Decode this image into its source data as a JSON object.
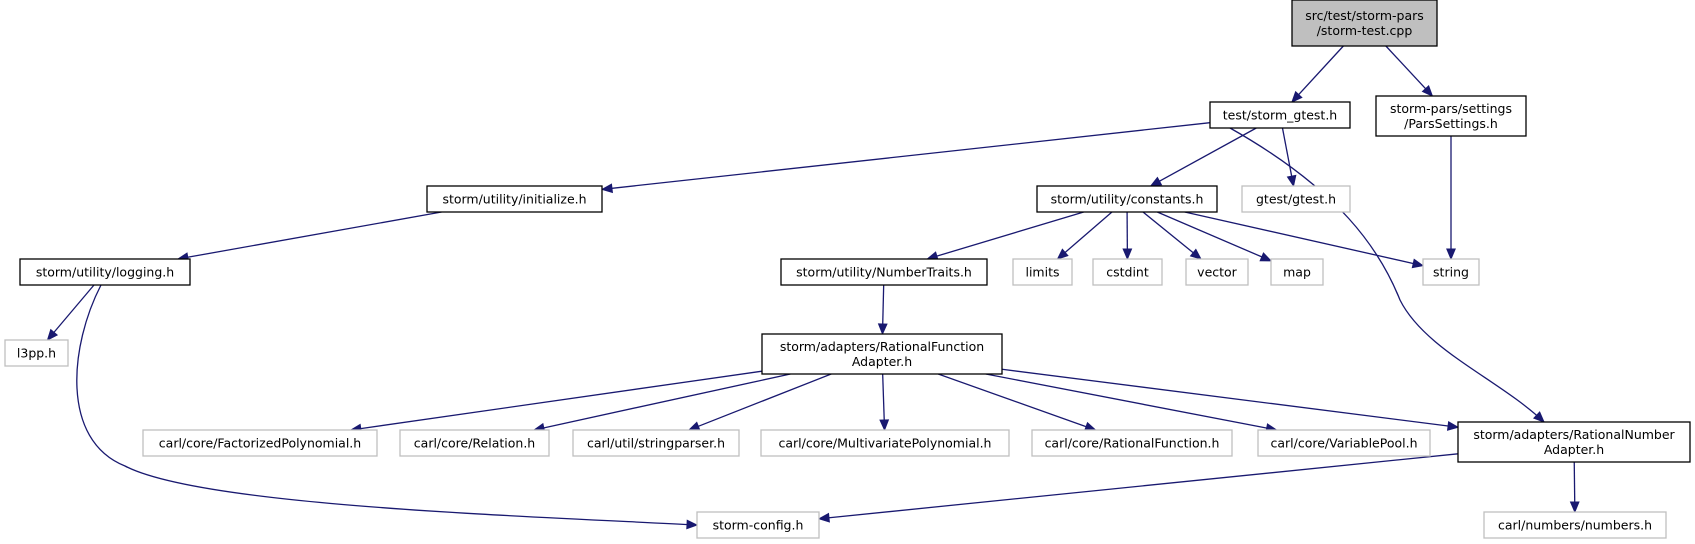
{
  "colors": {
    "edge": "#191970",
    "root_fill": "#bfbfbf",
    "documented_border": "#000000",
    "undocumented_border": "#bfbfbf"
  },
  "nodes": [
    {
      "id": "root",
      "lines": [
        "src/test/storm-pars",
        "/storm-test.cpp"
      ],
      "kind": "root"
    },
    {
      "id": "storm_gtest",
      "lines": [
        "test/storm_gtest.h"
      ],
      "kind": "documented"
    },
    {
      "id": "pars_settings",
      "lines": [
        "storm-pars/settings",
        "/ParsSettings.h"
      ],
      "kind": "documented"
    },
    {
      "id": "initialize",
      "lines": [
        "storm/utility/initialize.h"
      ],
      "kind": "documented"
    },
    {
      "id": "constants",
      "lines": [
        "storm/utility/constants.h"
      ],
      "kind": "documented"
    },
    {
      "id": "gtest",
      "lines": [
        "gtest/gtest.h"
      ],
      "kind": "external"
    },
    {
      "id": "logging",
      "lines": [
        "storm/utility/logging.h"
      ],
      "kind": "documented"
    },
    {
      "id": "number_traits",
      "lines": [
        "storm/utility/NumberTraits.h"
      ],
      "kind": "documented"
    },
    {
      "id": "limits",
      "lines": [
        "limits"
      ],
      "kind": "external"
    },
    {
      "id": "cstdint",
      "lines": [
        "cstdint"
      ],
      "kind": "external"
    },
    {
      "id": "vector",
      "lines": [
        "vector"
      ],
      "kind": "external"
    },
    {
      "id": "map",
      "lines": [
        "map"
      ],
      "kind": "external"
    },
    {
      "id": "string",
      "lines": [
        "string"
      ],
      "kind": "external"
    },
    {
      "id": "l3pp",
      "lines": [
        "l3pp.h"
      ],
      "kind": "external"
    },
    {
      "id": "rf_adapter",
      "lines": [
        "storm/adapters/RationalFunction",
        "Adapter.h"
      ],
      "kind": "documented"
    },
    {
      "id": "factorized",
      "lines": [
        "carl/core/FactorizedPolynomial.h"
      ],
      "kind": "external"
    },
    {
      "id": "relation",
      "lines": [
        "carl/core/Relation.h"
      ],
      "kind": "external"
    },
    {
      "id": "stringparser",
      "lines": [
        "carl/util/stringparser.h"
      ],
      "kind": "external"
    },
    {
      "id": "multivariate",
      "lines": [
        "carl/core/MultivariatePolynomial.h"
      ],
      "kind": "external"
    },
    {
      "id": "rational_function",
      "lines": [
        "carl/core/RationalFunction.h"
      ],
      "kind": "external"
    },
    {
      "id": "variable_pool",
      "lines": [
        "carl/core/VariablePool.h"
      ],
      "kind": "external"
    },
    {
      "id": "rn_adapter",
      "lines": [
        "storm/adapters/RationalNumber",
        "Adapter.h"
      ],
      "kind": "documented"
    },
    {
      "id": "storm_config",
      "lines": [
        "storm-config.h"
      ],
      "kind": "external"
    },
    {
      "id": "numbers",
      "lines": [
        "carl/numbers/numbers.h"
      ],
      "kind": "external"
    }
  ],
  "edges": [
    {
      "from": "root",
      "to": "storm_gtest"
    },
    {
      "from": "root",
      "to": "pars_settings"
    },
    {
      "from": "storm_gtest",
      "to": "initialize"
    },
    {
      "from": "storm_gtest",
      "to": "constants"
    },
    {
      "from": "storm_gtest",
      "to": "gtest"
    },
    {
      "from": "storm_gtest",
      "to": "rn_adapter"
    },
    {
      "from": "pars_settings",
      "to": "string"
    },
    {
      "from": "initialize",
      "to": "logging"
    },
    {
      "from": "constants",
      "to": "number_traits"
    },
    {
      "from": "constants",
      "to": "limits"
    },
    {
      "from": "constants",
      "to": "cstdint"
    },
    {
      "from": "constants",
      "to": "vector"
    },
    {
      "from": "constants",
      "to": "map"
    },
    {
      "from": "constants",
      "to": "string"
    },
    {
      "from": "logging",
      "to": "l3pp"
    },
    {
      "from": "logging",
      "to": "storm_config"
    },
    {
      "from": "number_traits",
      "to": "rf_adapter"
    },
    {
      "from": "rf_adapter",
      "to": "factorized"
    },
    {
      "from": "rf_adapter",
      "to": "relation"
    },
    {
      "from": "rf_adapter",
      "to": "stringparser"
    },
    {
      "from": "rf_adapter",
      "to": "multivariate"
    },
    {
      "from": "rf_adapter",
      "to": "rational_function"
    },
    {
      "from": "rf_adapter",
      "to": "variable_pool"
    },
    {
      "from": "rf_adapter",
      "to": "rn_adapter"
    },
    {
      "from": "rn_adapter",
      "to": "storm_config"
    },
    {
      "from": "rn_adapter",
      "to": "numbers"
    }
  ]
}
